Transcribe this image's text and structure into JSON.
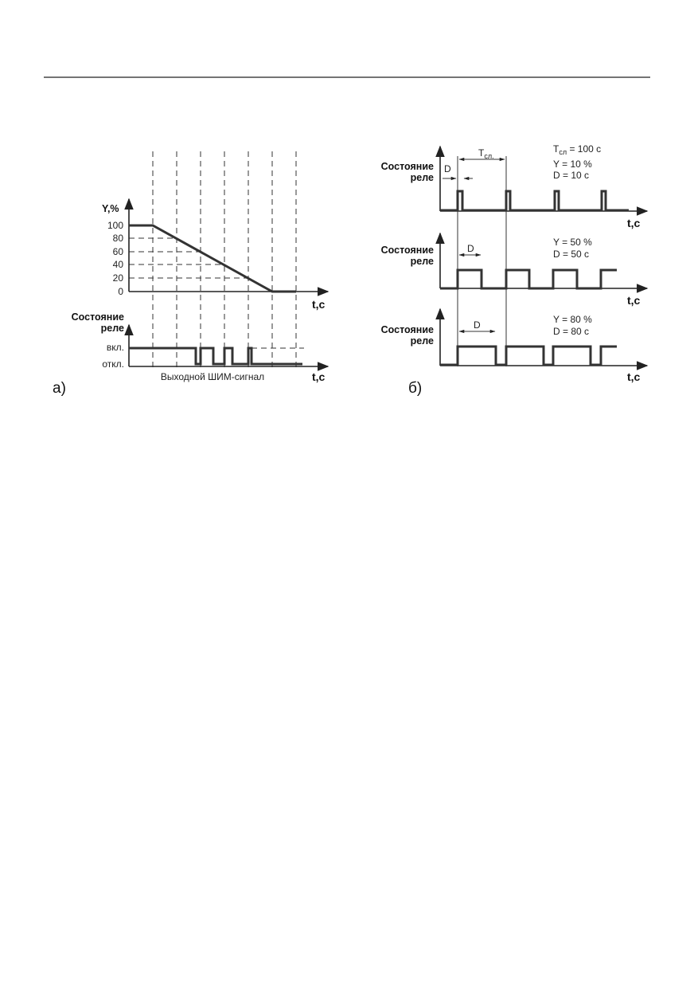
{
  "panel_a": {
    "label": "а)",
    "y_axis_label": "Y,%",
    "y_ticks": [
      "100",
      "80",
      "60",
      "40",
      "20",
      "0"
    ],
    "x_axis_label": "t,c",
    "relay_title_line1": "Состояние",
    "relay_title_line2": "реле",
    "state_on": "вкл.",
    "state_off": "откл.",
    "caption": "Выходной ШИМ-сигнал",
    "x_axis_label_relay": "t,c"
  },
  "panel_b": {
    "label": "б)",
    "period_label": "Т",
    "period_sub": "сл.",
    "rows": [
      {
        "title_line1": "Состояние",
        "title_line2": "реле",
        "param1": "Т",
        "param1_sub": "сл",
        "param1_rest": " = 100 с",
        "param2": "Y = 10 %",
        "param3": "D = 10 с",
        "d_label": "D",
        "x_axis_label": "t,c"
      },
      {
        "title_line1": "Состояние",
        "title_line2": "реле",
        "param2": "Y = 50 %",
        "param3": "D = 50 с",
        "d_label": "D",
        "x_axis_label": "t,c"
      },
      {
        "title_line1": "Состояние",
        "title_line2": "реле",
        "param2": "Y = 80 %",
        "param3": "D = 80 с",
        "d_label": "D",
        "x_axis_label": "t,c"
      }
    ]
  }
}
